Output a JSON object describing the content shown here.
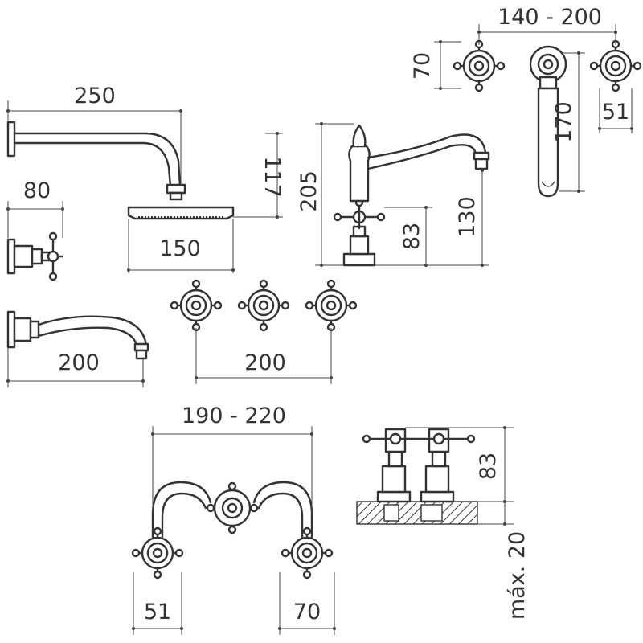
{
  "dimensions": {
    "shower_arm_length": "250",
    "shower_drop": "117",
    "shower_head_width": "150",
    "stop_valve_depth": "80",
    "spout_length": "200",
    "three_handle_spacing": "200",
    "mixer_height": "205",
    "mixer_base_handle": "83",
    "mixer_spout_height": "130",
    "handle_spacing_range": "140 - 200",
    "handle_height": "70",
    "handset_height": "170",
    "handle_width": "51",
    "wall_spacing_range": "190 - 220",
    "wall_handle_width": "51",
    "wall_handle_height": "70",
    "deck_handle_height": "83",
    "deck_max": "máx. 20"
  },
  "colors": {
    "line": "#333333",
    "background": "#ffffff"
  }
}
